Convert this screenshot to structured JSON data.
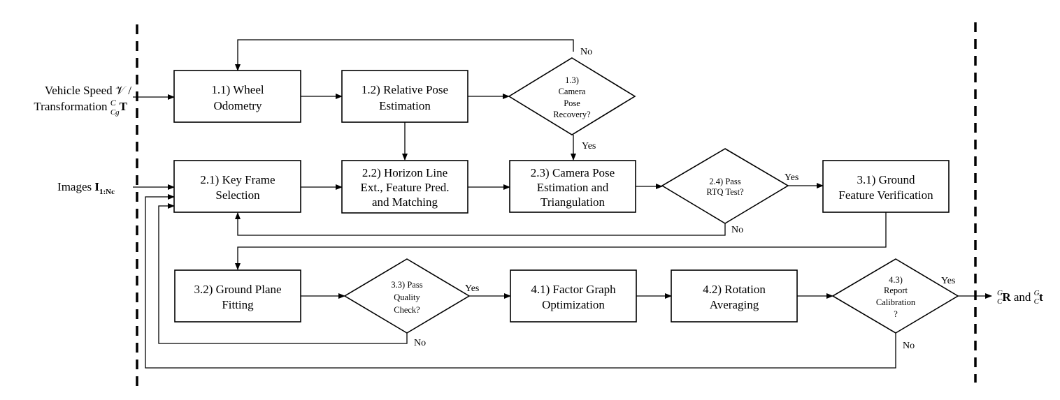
{
  "inputs": {
    "vehicle_speed": {
      "line1": "Vehicle Speed 𝒱 /",
      "line2_text": "Transformation ",
      "line2_sup": "C",
      "line2_sub": "Cg",
      "line2_bold": "T"
    },
    "images": {
      "text": "Images ",
      "bold": "I",
      "sub": "1:Nc"
    }
  },
  "output": {
    "sup1": "G",
    "sub1": "C",
    "bold1": "R",
    "mid": " and ",
    "sup2": "G",
    "sub2": "C",
    "bold2": "t"
  },
  "boxes": {
    "b11": [
      "1.1) Wheel",
      "Odometry"
    ],
    "b12": [
      "1.2) Relative Pose",
      "Estimation"
    ],
    "b21": [
      "2.1) Key Frame",
      "Selection"
    ],
    "b22": [
      "2.2) Horizon Line",
      "Ext.,   Feature Pred.",
      "and Matching"
    ],
    "b23": [
      "2.3) Camera Pose",
      "Estimation and",
      "Triangulation"
    ],
    "b31": [
      "3.1) Ground",
      "Feature Verification"
    ],
    "b32": [
      "3.2) Ground Plane",
      "Fitting"
    ],
    "b41": [
      "4.1) Factor Graph",
      "Optimization"
    ],
    "b42": [
      "4.2) Rotation",
      "Averaging"
    ]
  },
  "decisions": {
    "d13": [
      "1.3)",
      "Camera",
      "Pose",
      "Recovery?"
    ],
    "d24": [
      "2.4) Pass",
      "RTQ Test?"
    ],
    "d33": [
      "3.3) Pass",
      "Quality",
      "Check?"
    ],
    "d43": [
      "4.3)",
      "Report",
      "Calibration",
      "?"
    ]
  },
  "labels": {
    "no_13": "No",
    "yes_13": "Yes",
    "yes_24": "Yes",
    "no_24": "No",
    "yes_33": "Yes",
    "no_33": "No",
    "yes_43": "Yes",
    "no_43": "No"
  }
}
